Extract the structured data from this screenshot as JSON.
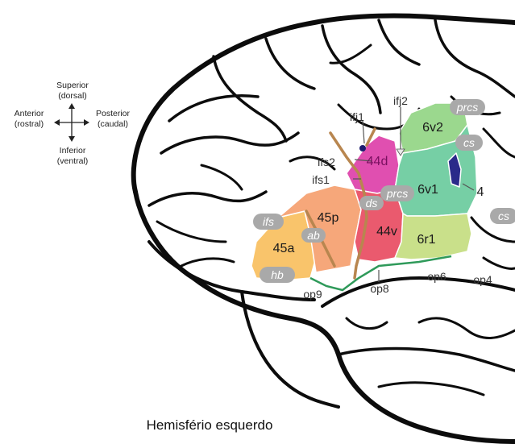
{
  "orientation": {
    "superior": "Superior",
    "superior_sub": "(dorsal)",
    "anterior": "Anterior",
    "anterior_sub": "(rostral)",
    "posterior": "Posterior",
    "posterior_sub": "(caudal)",
    "inferior": "Inferior",
    "inferior_sub": "(ventral)"
  },
  "regions": {
    "r45a": "45a",
    "r45p": "45p",
    "r44d": "44d",
    "r44v": "44v",
    "r6v1": "6v1",
    "r6v2": "6v2",
    "r6r1": "6r1",
    "r4": "4"
  },
  "sulci": {
    "ifs": "ifs",
    "ab": "ab",
    "hb": "hb",
    "ds": "ds",
    "prcs_mid": "prcs",
    "prcs_top": "prcs",
    "cs_top": "cs",
    "cs_right": "cs"
  },
  "markers": {
    "ifj1": "ifj1",
    "ifj2": "ifj2",
    "ifs2": "ifs2",
    "ifs1": "ifs1",
    "op9": "op9",
    "op8": "op8",
    "op6": "op6",
    "op4": "op4"
  },
  "caption": "Hemisfério esquerdo",
  "colors": {
    "r45a": "#f9c46b",
    "r45p": "#f6a77a",
    "r44d": "#e04fb0",
    "r44v": "#ea5a6e",
    "r6v1": "#76cfa5",
    "r6v2": "#9bd88e",
    "r6r1": "#c9e08a",
    "r4": "#2a2a8a",
    "sulcus_band": "#b8864f",
    "pill": "#a9a9a9"
  }
}
